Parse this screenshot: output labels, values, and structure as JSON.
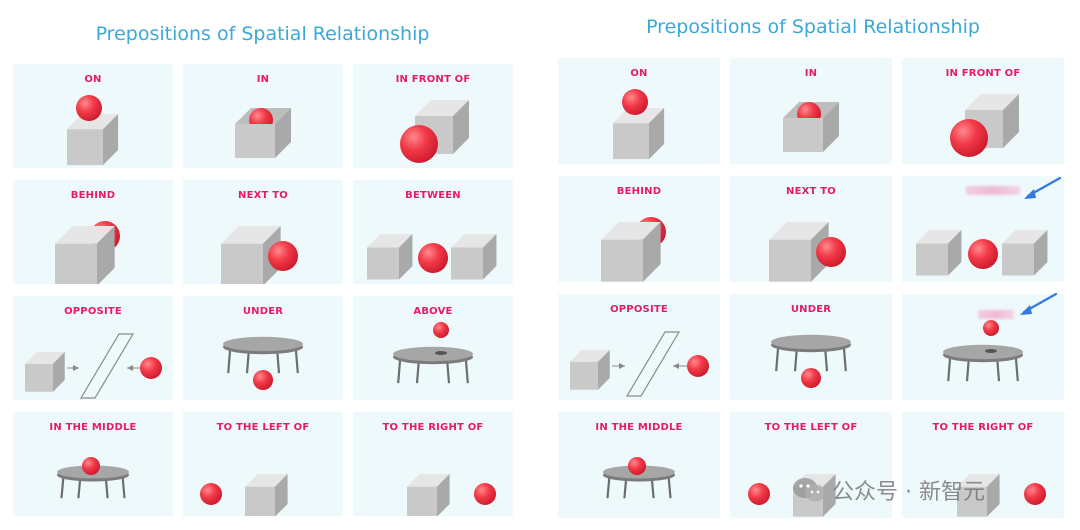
{
  "title_left": "Prepositions of Spatial Relationship",
  "title_right": "Prepositions of Spatial Relationship",
  "left_grid": [
    {
      "label": "ON",
      "scene": "on"
    },
    {
      "label": "IN",
      "scene": "in"
    },
    {
      "label": "IN FRONT OF",
      "scene": "front"
    },
    {
      "label": "BEHIND",
      "scene": "behind"
    },
    {
      "label": "NEXT TO",
      "scene": "next"
    },
    {
      "label": "BETWEEN",
      "scene": "between"
    },
    {
      "label": "OPPOSITE",
      "scene": "opposite"
    },
    {
      "label": "UNDER",
      "scene": "under"
    },
    {
      "label": "ABOVE",
      "scene": "above"
    },
    {
      "label": "IN THE MIDDLE",
      "scene": "middle"
    },
    {
      "label": "TO THE LEFT OF",
      "scene": "left"
    },
    {
      "label": "TO THE RIGHT OF",
      "scene": "right"
    }
  ],
  "right_grid": [
    {
      "label": "ON",
      "scene": "on"
    },
    {
      "label": "IN",
      "scene": "in"
    },
    {
      "label": "IN FRONT OF",
      "scene": "front"
    },
    {
      "label": "BEHIND",
      "scene": "behind"
    },
    {
      "label": "NEXT TO",
      "scene": "next"
    },
    {
      "label": "",
      "scene": "between"
    },
    {
      "label": "OPPOSITE",
      "scene": "opposite"
    },
    {
      "label": "UNDER",
      "scene": "under"
    },
    {
      "label": "",
      "scene": "above"
    },
    {
      "label": "IN THE MIDDLE",
      "scene": "middle"
    },
    {
      "label": "TO THE LEFT OF",
      "scene": "left"
    },
    {
      "label": "TO THE RIGHT OF",
      "scene": "right"
    }
  ],
  "watermark": "公众号 · 新智元",
  "colors": {
    "title": "#3aa9d8",
    "label": "#e31b6d",
    "cell_bg": "#eef9fc",
    "ball": "#ee2f3f",
    "cube": "#cfcfcf",
    "arrow": "#3478e0"
  }
}
